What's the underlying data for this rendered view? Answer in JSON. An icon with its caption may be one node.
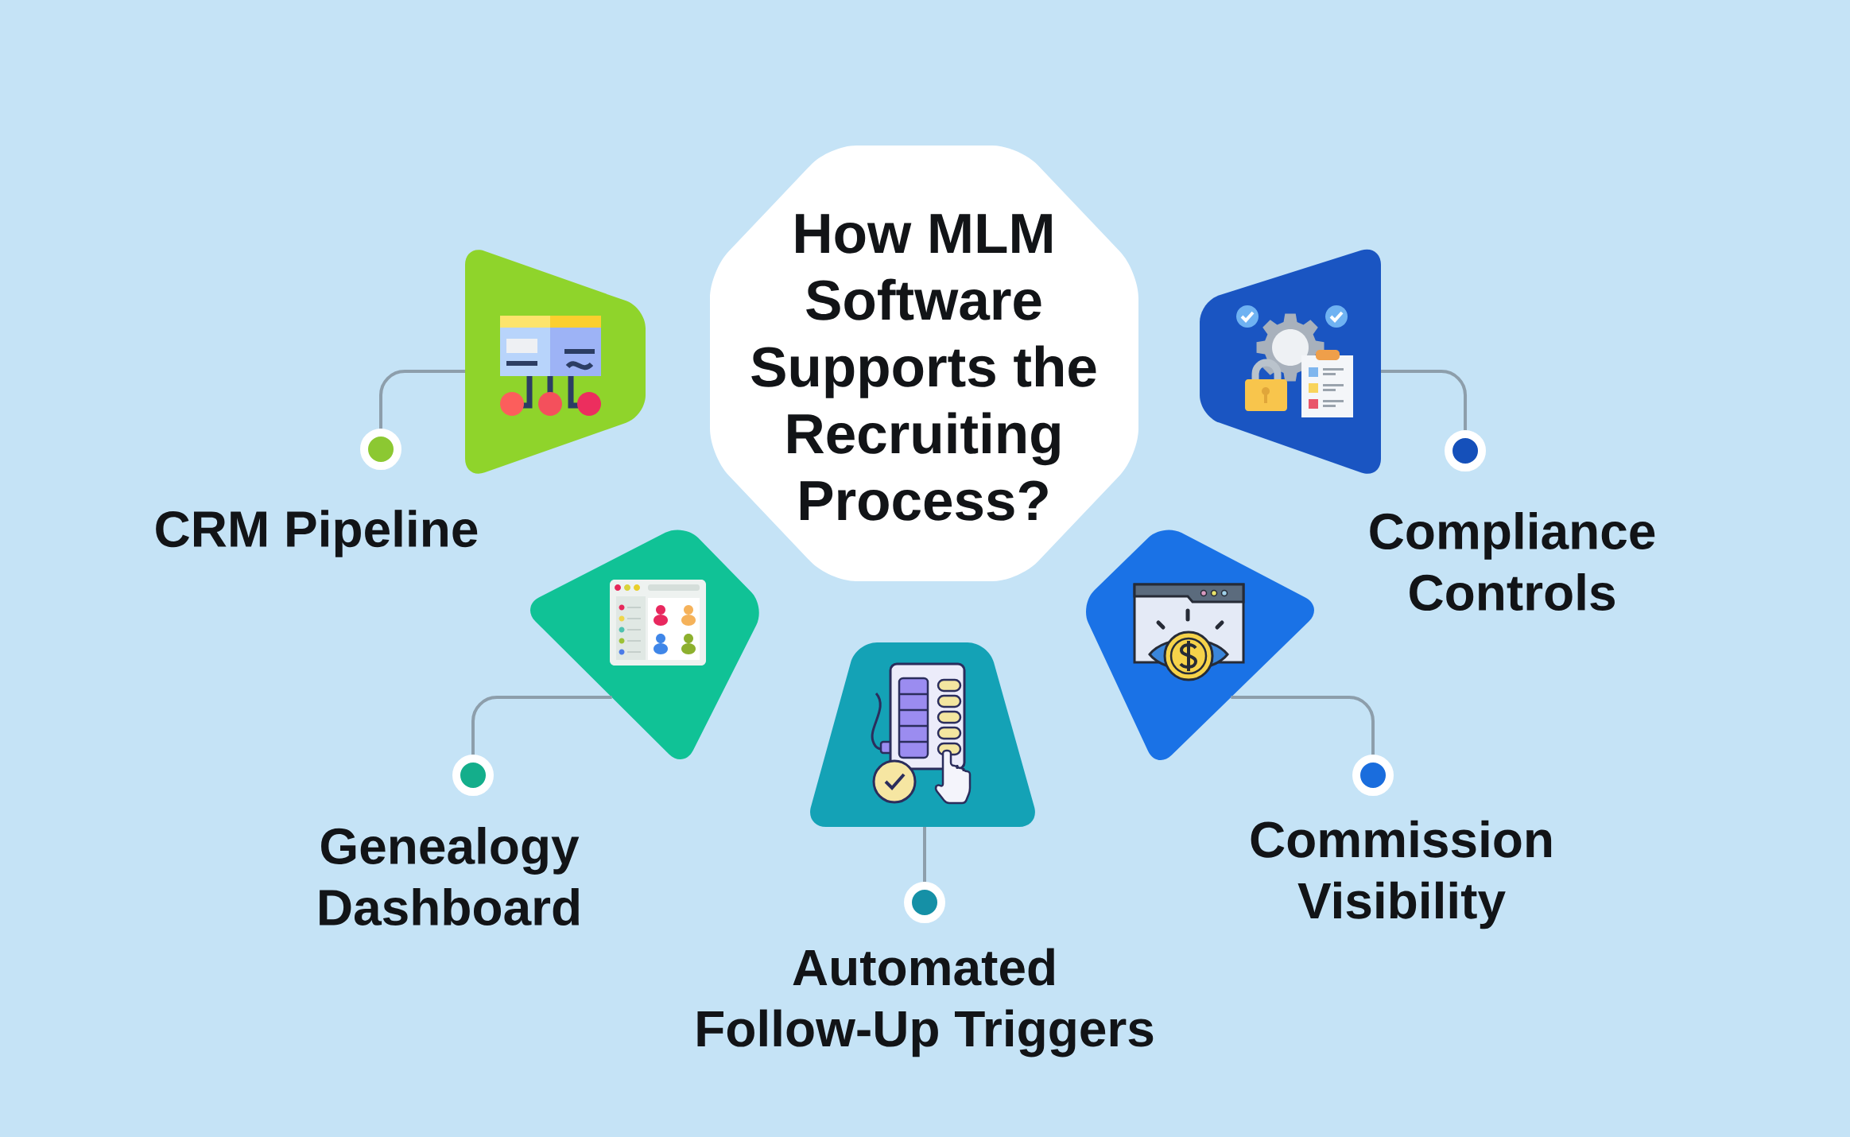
{
  "diagram": {
    "nodes": [
      {
        "text": [
          "How MLM Software Supports the Recruiting Process?"
        ]
      },
      {
        "text": [],
        "shape": "trapezoid"
      },
      {
        "text": [],
        "shape": "circle",
        "beside": [
          "CRM Pipeline"
        ]
      },
      {
        "text": [],
        "shape": "diamond"
      },
      {
        "text": [],
        "shape": "circle",
        "beside": [
          "Genealogy Dashboard"
        ]
      },
      {
        "text": [],
        "shape": "trapezoid"
      },
      {
        "text": [],
        "shape": "circle",
        "beside": [
          "Automated Follow-Up Triggers"
        ]
      },
      {
        "text": [],
        "shape": "diamond"
      },
      {
        "text": [],
        "shape": "circle",
        "beside": [
          "Commission Visibility"
        ]
      },
      {
        "text": [],
        "shape": "trapezoid"
      },
      {
        "text": [],
        "shape": "circle",
        "beside": [
          "Compliance Controls"
        ]
      }
    ],
    "edges": [
      {
        "from": 1,
        "to": 2,
        "arrow": "none"
      },
      {
        "from": 3,
        "to": 4,
        "arrow": "none"
      },
      {
        "from": 5,
        "to": 6,
        "arrow": "none"
      },
      {
        "from": 7,
        "to": 8,
        "arrow": "none"
      },
      {
        "from": 9,
        "to": 10,
        "arrow": "none"
      }
    ]
  }
}
